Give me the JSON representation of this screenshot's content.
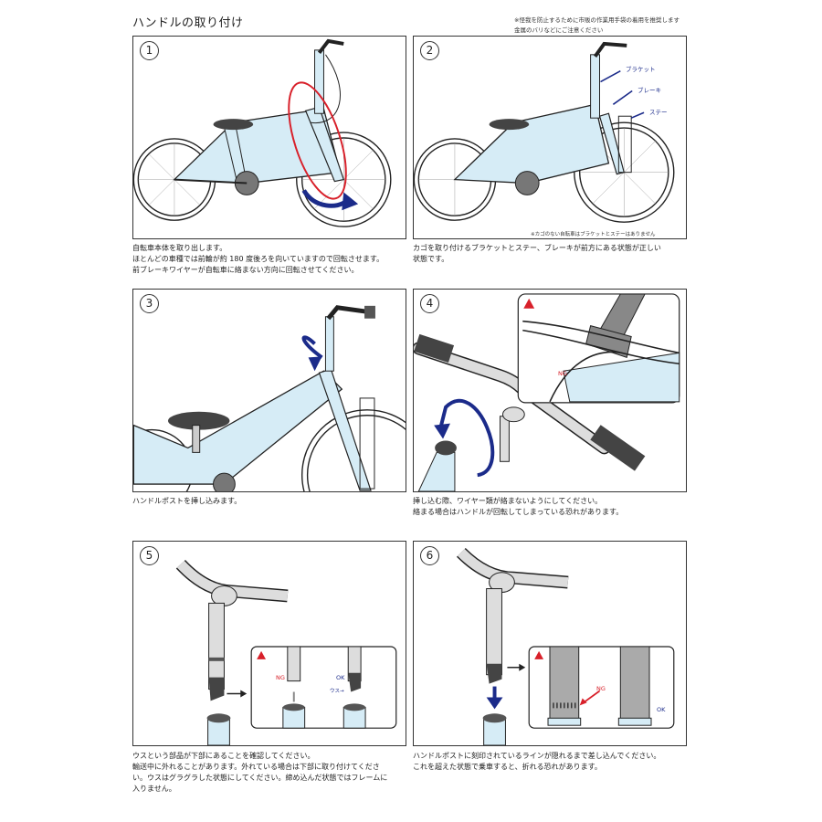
{
  "title": "ハンドルの取り付け",
  "notes": [
    "※怪我を防止するために市販の作業用手袋の着用を推奨します",
    "金属のバリなどにご注意ください"
  ],
  "steps": [
    {
      "num": "1",
      "caption": [
        "自転車本体を取り出します。",
        "ほとんどの車種では前輪が約 180 度後ろを向いていますので回転させます。",
        "前ブレーキワイヤーが自転車に絡まない方向に回転させてください。"
      ]
    },
    {
      "num": "2",
      "caption": [
        "カゴを取り付けるブラケットとステー、ブレーキが前方にある状態が正しい",
        "状態です。"
      ],
      "labels": {
        "bracket": "ブラケット",
        "brake": "ブレーキ",
        "stay": "ステー"
      },
      "footnote": "※カゴのない自転車はブラケットとステーはありません"
    },
    {
      "num": "3",
      "caption": [
        "ハンドルポストを挿し込みます。"
      ]
    },
    {
      "num": "4",
      "caption": [
        "挿し込む際、ワイヤー類が絡まないようにしてください。",
        "絡まる場合はハンドルが回転してしまっている恐れがあります。"
      ],
      "ng": "NG"
    },
    {
      "num": "5",
      "caption": [
        "ウスという部品が下部にあることを確認してください。",
        "輸送中に外れることがあります。外れている場合は下部に取り付けてくださ",
        "い。ウスはグラグラした状態にしてください。締め込んだ状態ではフレームに",
        "入りません。"
      ],
      "ng": "NG",
      "ok": "OK",
      "usu": "ウス→"
    },
    {
      "num": "6",
      "caption": [
        "ハンドルポストに刻印されているラインが隠れるまで差し込んでください。",
        "これを超えた状態で乗車すると、折れる恐れがあります。"
      ],
      "ng": "NG",
      "ok": "OK"
    }
  ],
  "colors": {
    "frame": "#d6ecf6",
    "outline": "#222222",
    "accent_blue": "#1b2b8a",
    "accent_red": "#d8202a",
    "warning": "#d8202a"
  }
}
